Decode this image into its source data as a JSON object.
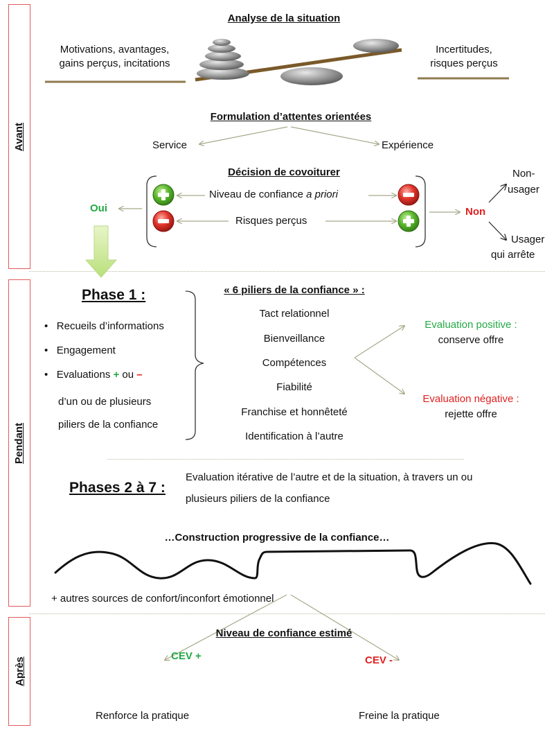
{
  "sections": {
    "avant": "Avant",
    "pendant": "Pendant",
    "apres": "Après"
  },
  "avant": {
    "analyse_title": "Analyse de la situation",
    "left_text_1": "Motivations, avantages,",
    "left_text_2": "gains perçus, incitations",
    "right_text_1": "Incertitudes,",
    "right_text_2": "risques perçus",
    "formulation_title": "Formulation d’attentes orientées",
    "service": "Service",
    "experience": "Expérience",
    "decision_title": "Décision de covoiturer",
    "niveau_prefix": "Niveau de confiance ",
    "niveau_italic": "a priori",
    "risques": "Risques perçus",
    "oui": "Oui",
    "non": "Non",
    "non_usager_1": "Non-",
    "non_usager_2": "usager",
    "usager_arrete_1": "Usager",
    "usager_arrete_2": "qui arrête"
  },
  "pendant": {
    "phase1_title": "Phase 1 :",
    "bullets": [
      "Recueils d’informations",
      "Engagement"
    ],
    "eval_prefix": "Evaluations ",
    "eval_plus": "+",
    "eval_mid": " ou ",
    "eval_minus": "–",
    "eval_line2": "d’un ou de plusieurs",
    "eval_line3": "piliers de la confiance",
    "piliers_title": "« 6 piliers de la confiance » :",
    "piliers": [
      "Tact relationnel",
      "Bienveillance",
      "Compétences",
      "Fiabilité",
      "Franchise et honnêteté",
      "Identification à l’autre"
    ],
    "eval_pos_title": "Evaluation positive :",
    "eval_pos_text": "conserve offre",
    "eval_neg_title": "Evaluation négative :",
    "eval_neg_text": "rejette offre",
    "phases27_title": "Phases 2 à 7 :",
    "phases27_line1": "Evaluation itérative de l’autre et de la situation, à travers un ou",
    "phases27_line2": "plusieurs piliers de la confiance",
    "construction": "…Construction progressive de la confiance…",
    "autres_sources": "+ autres sources de confort/inconfort émotionnel"
  },
  "apres": {
    "niveau_title": "Niveau de confiance estimé",
    "cev_plus": "CEV +",
    "cev_minus": "CEV -",
    "renforce": "Renforce la pratique",
    "freine": "Freine la pratique"
  },
  "colors": {
    "green": "#22aa44",
    "red": "#e02020",
    "section_border": "#e05a5a",
    "arrow": "#a8a88a"
  }
}
